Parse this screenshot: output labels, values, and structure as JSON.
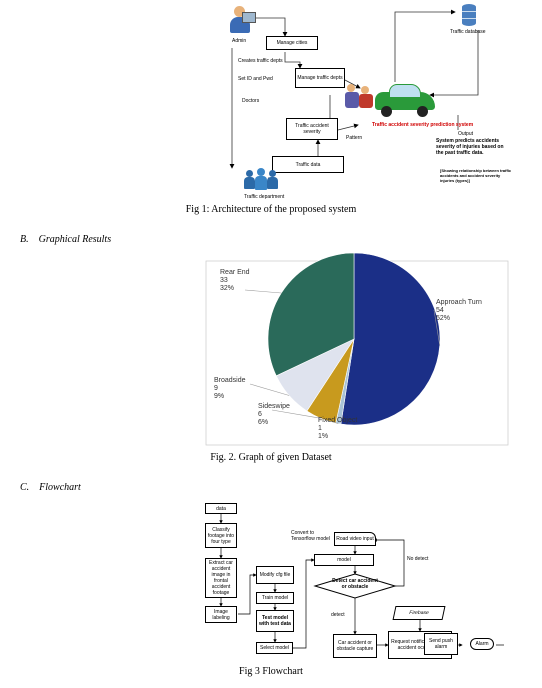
{
  "fig1": {
    "admin": "Admin",
    "manage_cities": "Manage cities",
    "creates_traffic_depts": "Creates traffic depts",
    "set_id_and_pwd": "Set ID and Pwd",
    "doctors": "Doctors",
    "manage_traffic_depts": "Manage traffic depts",
    "traffic_accident_severity": "Traffic accident severity",
    "traffic_data": "Traffic data",
    "traffic_department": "Traffic department",
    "traffic_database": "Traffic database",
    "system_name": "Traffic accident severity prediction system",
    "pattern": "Pattern",
    "output": "Output",
    "output_text": "System predicts accidents severity of injuries based on the past traffic data.",
    "output_note": "[Showing relationship between traffic accidents and accident severity injuries (types)]",
    "caption": "Fig 1: Architecture of the proposed system"
  },
  "section_b": {
    "letter": "B.",
    "title": "Graphical Results"
  },
  "chart_data": {
    "type": "pie",
    "title": "",
    "slices": [
      {
        "label": "Approach Turn",
        "value": 54,
        "percent": "52%",
        "color": "#1b2f87"
      },
      {
        "label": "Fixed Object",
        "value": 1,
        "percent": "1%",
        "color": "#a9c3d6"
      },
      {
        "label": "Sideswipe",
        "value": 6,
        "percent": "6%",
        "color": "#c89a1e"
      },
      {
        "label": "Broadside",
        "value": 9,
        "percent": "9%",
        "color": "#dfe3ee"
      },
      {
        "label": "Rear End",
        "value": 33,
        "percent": "32%",
        "color": "#2a6a5a"
      }
    ]
  },
  "fig2_caption": "Fig. 2.   Graph of given Dataset",
  "section_c": {
    "letter": "C.",
    "title": "Flowchart"
  },
  "fig3": {
    "data": "data",
    "classify": "Classify footage into four type",
    "extract": "Extract car accident image in frontal accident footage",
    "image_labeling": "Image labeling",
    "modify_cfg": "Modify cfg file",
    "train_model": "Train model",
    "test_model": "Test model with test data",
    "select_model": "Select model",
    "convert": "Convert to Tensorflow model",
    "road_video": "Road video input",
    "model": "model",
    "detect": "Detect car accident or obstacle",
    "no_detect": "No detect",
    "detect_label": "detect",
    "capture": "Car accident or obstacle capture",
    "request": "Request notification of car accident occurrence",
    "firebase": "Firebase",
    "send_push": "Send push alarm",
    "alarm": "Alarm",
    "caption": "Fig 3 Flowchart"
  }
}
